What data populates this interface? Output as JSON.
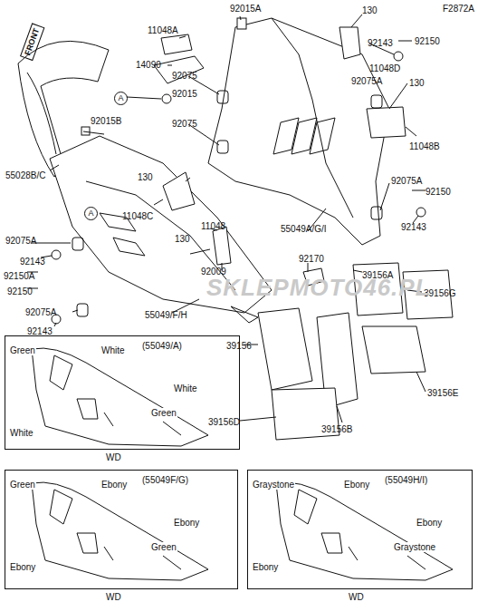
{
  "diagram": {
    "nodes": [
      {
        "text": [
          "(55049/A)",
          "Green",
          "White",
          "White",
          "Green",
          "White",
          "WD"
        ]
      },
      {
        "text": [
          "(55049F/G)",
          "Green",
          "Ebony",
          "Ebony",
          "Green",
          "Ebony",
          "WD"
        ]
      },
      {
        "text": [
          "(55049H/I)",
          "Graystone",
          "Ebony",
          "Ebony",
          "Graystone",
          "Ebony",
          "WD"
        ]
      }
    ],
    "labels": [
      "F2872A",
      "FRONT",
      "11048A",
      "14090",
      "92015",
      "A",
      "55028B/C",
      "92015B",
      "130",
      "11048C",
      "92075A",
      "92143",
      "92150A",
      "92150",
      "92143",
      "92075A",
      "A",
      "130",
      "11048",
      "92009",
      "55049/F/H",
      "92015A",
      "130",
      "92143",
      "92150",
      "11048D",
      "92075",
      "92075",
      "92075A",
      "130",
      "11048B",
      "92075A",
      "92150",
      "92143",
      "55049A/G/I",
      "92170",
      "39156A",
      "39156G",
      "39156",
      "39156E",
      "39156D",
      "39156B",
      "SKLEPMOTO46.PL"
    ]
  }
}
